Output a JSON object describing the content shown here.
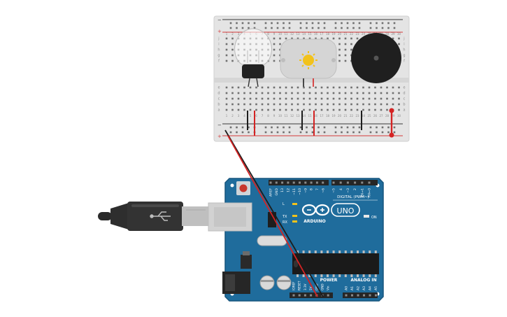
{
  "board": {
    "model": "UNO",
    "brand": "ARDUINO",
    "digital_header": "DIGITAL (PWM~)",
    "power_header": "POWER",
    "analog_header": "ANALOG IN",
    "on_label": "ON",
    "led_labels": [
      "L",
      "TX",
      "RX"
    ],
    "top_pins": [
      "AREF",
      "GND",
      "13",
      "12",
      "~11",
      "~10",
      "~9",
      "8",
      "7",
      "~6",
      "~5",
      "4",
      "~3",
      "2",
      "TX→1",
      "RX←0"
    ],
    "power_pins": [
      "IOREF",
      "RESET",
      "3.3V",
      "5V",
      "GND",
      "GND",
      "Vin"
    ],
    "analog_pins": [
      "A0",
      "A1",
      "A2",
      "A3",
      "A4",
      "A5"
    ]
  },
  "breadboard": {
    "row_letters": [
      "j",
      "i",
      "h",
      "g",
      "f",
      "e",
      "d",
      "c",
      "b",
      "a"
    ],
    "column_numbers": [
      "1",
      "2",
      "3",
      "4",
      "5",
      "6",
      "7",
      "8",
      "9",
      "10",
      "11",
      "12",
      "13",
      "14",
      "15",
      "16",
      "17",
      "18",
      "19",
      "20",
      "21",
      "22",
      "23",
      "24",
      "25",
      "26",
      "27",
      "28",
      "29",
      "30"
    ],
    "rail_plus": "+",
    "rail_minus": "−"
  },
  "colors": {
    "board_blue": "#1f6c9c",
    "board_blue_dark": "#17557d",
    "wire_red": "#d42323",
    "wire_black": "#1d1d1d",
    "breadboard": "#e6e6e6",
    "rail_red": "#d33a3a"
  },
  "components": {
    "bulb": "bulb-icon",
    "motor": "motor-icon",
    "buzzer": "buzzer-icon",
    "usb_cable": "usb-cable-icon"
  }
}
